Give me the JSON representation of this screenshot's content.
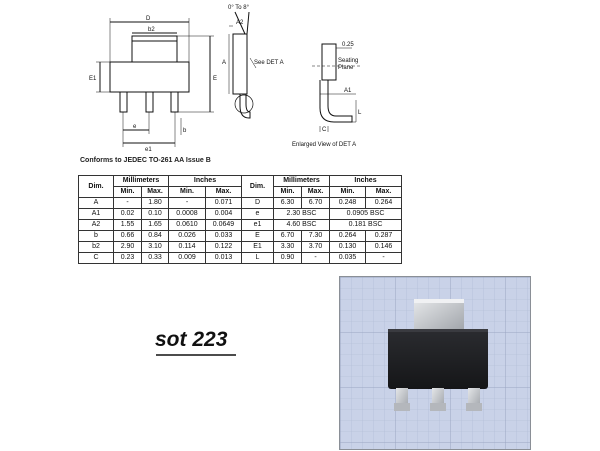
{
  "drawing_labels": {
    "D": "D",
    "b2": "b2",
    "E1": "E1",
    "E": "E",
    "e": "e",
    "e1": "e1",
    "b": "b",
    "angle": "0° To 8°",
    "A2": "A2",
    "A": "A",
    "see_det": "See DET A",
    "dim_025": "0.25",
    "seating": "Seating",
    "plane": "Plane",
    "A1": "A1",
    "L": "L",
    "C": "C",
    "enlarged": "Enlarged View of DET A"
  },
  "conforms": "Conforms to JEDEC TO-261 AA Issue B",
  "table": {
    "headers": {
      "dim": "Dim.",
      "mm": "Millimeters",
      "in": "Inches",
      "min": "Min.",
      "max": "Max."
    },
    "rows": [
      {
        "d1": "A",
        "a": "-",
        "b": "1.80",
        "c": "-",
        "e": "0.071",
        "d2": "D",
        "f": "6.30",
        "g": "6.70",
        "h": "0.248",
        "i": "0.264"
      },
      {
        "d1": "A1",
        "a": "0.02",
        "b": "0.10",
        "c": "0.0008",
        "e": "0.004",
        "d2": "e",
        "fg": "2.30 BSC",
        "hi": "0.0905 BSC"
      },
      {
        "d1": "A2",
        "a": "1.55",
        "b": "1.65",
        "c": "0.0610",
        "e": "0.0649",
        "d2": "e1",
        "fg": "4.60 BSC",
        "hi": "0.181 BSC"
      },
      {
        "d1": "b",
        "a": "0.66",
        "b": "0.84",
        "c": "0.026",
        "e": "0.033",
        "d2": "E",
        "f": "6.70",
        "g": "7.30",
        "h": "0.264",
        "i": "0.287"
      },
      {
        "d1": "b2",
        "a": "2.90",
        "b": "3.10",
        "c": "0.114",
        "e": "0.122",
        "d2": "E1",
        "f": "3.30",
        "g": "3.70",
        "h": "0.130",
        "i": "0.146"
      },
      {
        "d1": "C",
        "a": "0.23",
        "b": "0.33",
        "c": "0.009",
        "e": "0.013",
        "d2": "L",
        "f": "0.90",
        "g": "-",
        "h": "0.035",
        "i": "-"
      }
    ]
  },
  "caption": "sot 223",
  "colors": {
    "photo_grid_bg": "#c9d2e8",
    "package_body": "#1e1f22",
    "metal": "#c8cacd"
  }
}
